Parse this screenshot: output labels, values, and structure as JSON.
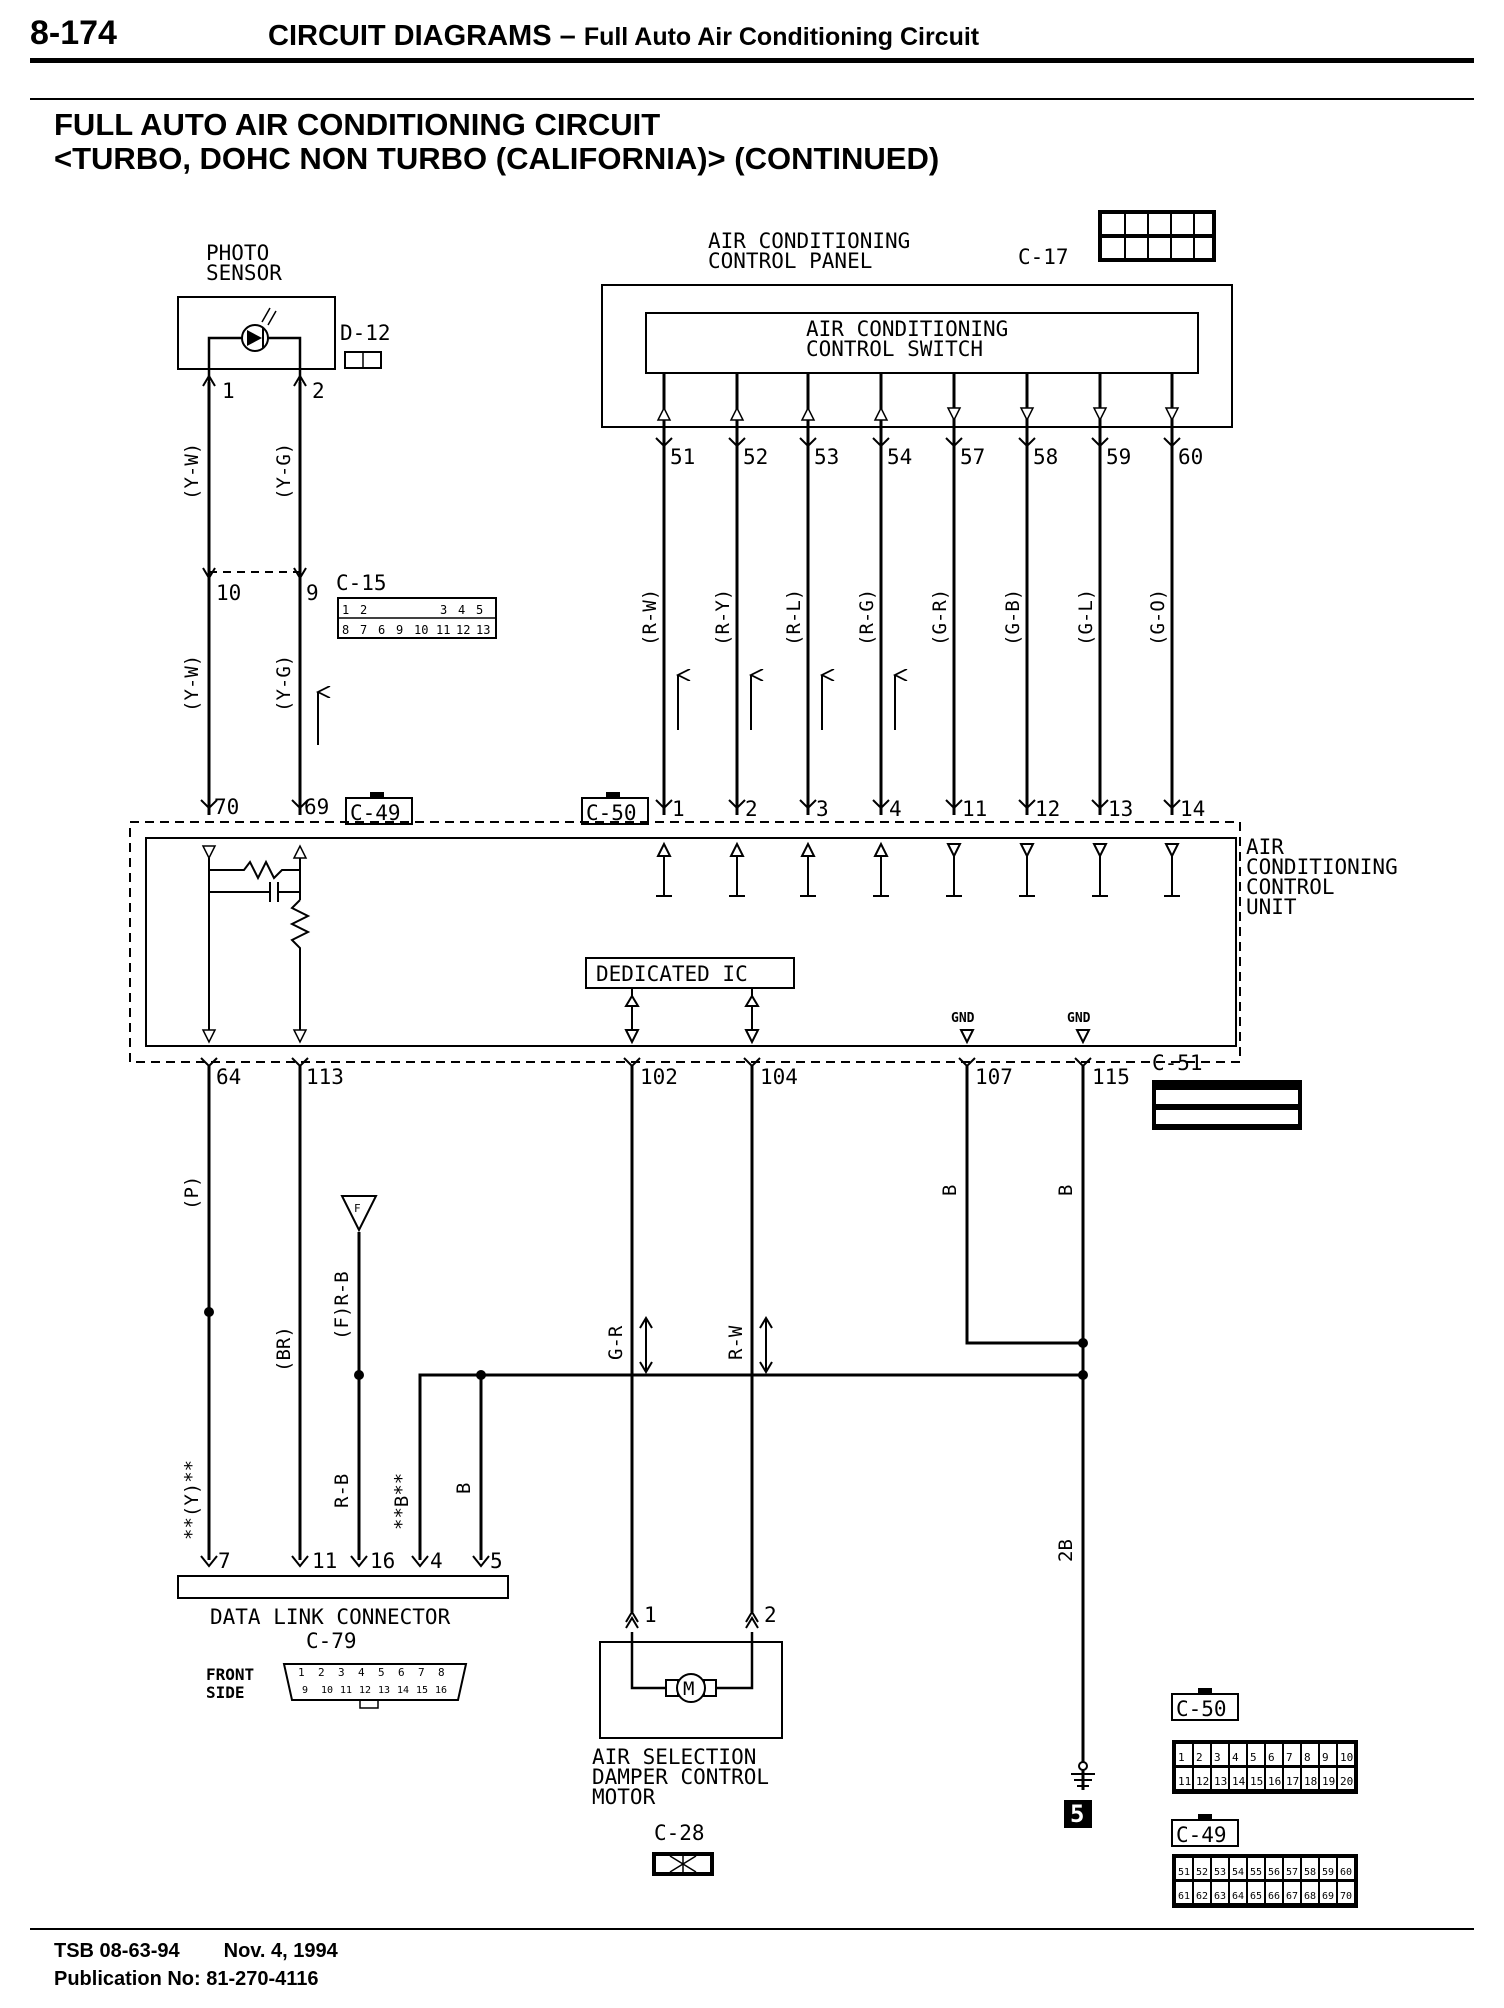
{
  "header": {
    "page_number": "8-174",
    "section": "CIRCUIT DIAGRAMS",
    "dash": "–",
    "subsection": "Full Auto Air Conditioning Circuit"
  },
  "title": {
    "line1": "FULL AUTO AIR CONDITIONING CIRCUIT",
    "line2": "<TURBO, DOHC NON TURBO (CALIFORNIA)> (CONTINUED)"
  },
  "components": {
    "photo_sensor": {
      "line1": "PHOTO",
      "line2": "SENSOR",
      "connector": "D-12",
      "pins": [
        "1",
        "2"
      ]
    },
    "ac_control_panel": {
      "line1": "AIR CONDITIONING",
      "line2": "CONTROL PANEL",
      "connector": "C-17"
    },
    "ac_control_switch": {
      "line1": "AIR CONDITIONING",
      "line2": "CONTROL SWITCH"
    },
    "ac_control_unit": {
      "line1": "AIR",
      "line2": "CONDITIONING",
      "line3": "CONTROL",
      "line4": "UNIT"
    },
    "dedicated_ic": "DEDICATED IC",
    "gnd": "GND",
    "data_link_connector": {
      "name": "DATA LINK CONNECTOR",
      "connector": "C-79",
      "front1": "FRONT",
      "front2": "SIDE",
      "pins": [
        "1",
        "2",
        "3",
        "4",
        "5",
        "6",
        "7",
        "8",
        "9",
        "10",
        "11",
        "12",
        "13",
        "14",
        "15",
        "16"
      ]
    },
    "air_selection_motor": {
      "line1": "AIR SELECTION",
      "line2": "DAMPER CONTROL",
      "line3": "MOTOR",
      "connector": "C-28",
      "pins": [
        "1",
        "2"
      ],
      "symbol": "M"
    },
    "ground_point": "5"
  },
  "connectors": {
    "c15": {
      "name": "C-15",
      "row1": [
        "1",
        "2",
        "3",
        "4",
        "5"
      ],
      "row2": [
        "8",
        "7",
        "6",
        "9",
        "10",
        "11",
        "12",
        "13"
      ]
    },
    "c49": "C-49",
    "c50": "C-50",
    "c51": "C-51",
    "c50_pins": {
      "row1": [
        "1",
        "2",
        "3",
        "4",
        "5",
        "6",
        "7",
        "8",
        "9",
        "10"
      ],
      "row2": [
        "11",
        "12",
        "13",
        "14",
        "15",
        "16",
        "17",
        "18",
        "19",
        "20"
      ]
    },
    "c49_pins": {
      "row1": [
        "51",
        "52",
        "53",
        "54",
        "55",
        "56",
        "57",
        "58",
        "59",
        "60"
      ],
      "row2": [
        "61",
        "62",
        "63",
        "64",
        "65",
        "66",
        "67",
        "68",
        "69",
        "70"
      ]
    }
  },
  "pins": {
    "sensor_join": [
      "10",
      "9"
    ],
    "ecu_top_left": [
      "70",
      "69"
    ],
    "panel_outputs": [
      "51",
      "52",
      "53",
      "54",
      "57",
      "58",
      "59",
      "60"
    ],
    "ecu_top_right": [
      "1",
      "2",
      "3",
      "4",
      "11",
      "12",
      "13",
      "14"
    ],
    "ecu_bottom": [
      "64",
      "113",
      "102",
      "104",
      "107",
      "115"
    ],
    "dlc": [
      "7",
      "11",
      "16",
      "4",
      "5"
    ]
  },
  "wires": {
    "sensor_upper": [
      "(Y-W)",
      "(Y-G)"
    ],
    "sensor_lower": [
      "(Y-W)",
      "(Y-G)"
    ],
    "panel": [
      "(R-W)",
      "(R-Y)",
      "(R-L)",
      "(R-G)",
      "(G-R)",
      "(G-B)",
      "(G-L)",
      "(G-O)"
    ],
    "p": "(P)",
    "y": "**(Y)**",
    "br": "(BR)",
    "frb": "(F)R-B",
    "rb": "R-B",
    "bstar": "**B**",
    "b_dlc": "B",
    "gr": "G-R",
    "rw": "R-W",
    "b107": "B",
    "b115": "B",
    "b2": "2B",
    "f": "F"
  },
  "footer": {
    "tsb": "TSB 08-63-94",
    "date": "Nov. 4, 1994",
    "publication": "Publication No: 81-270-4116"
  }
}
